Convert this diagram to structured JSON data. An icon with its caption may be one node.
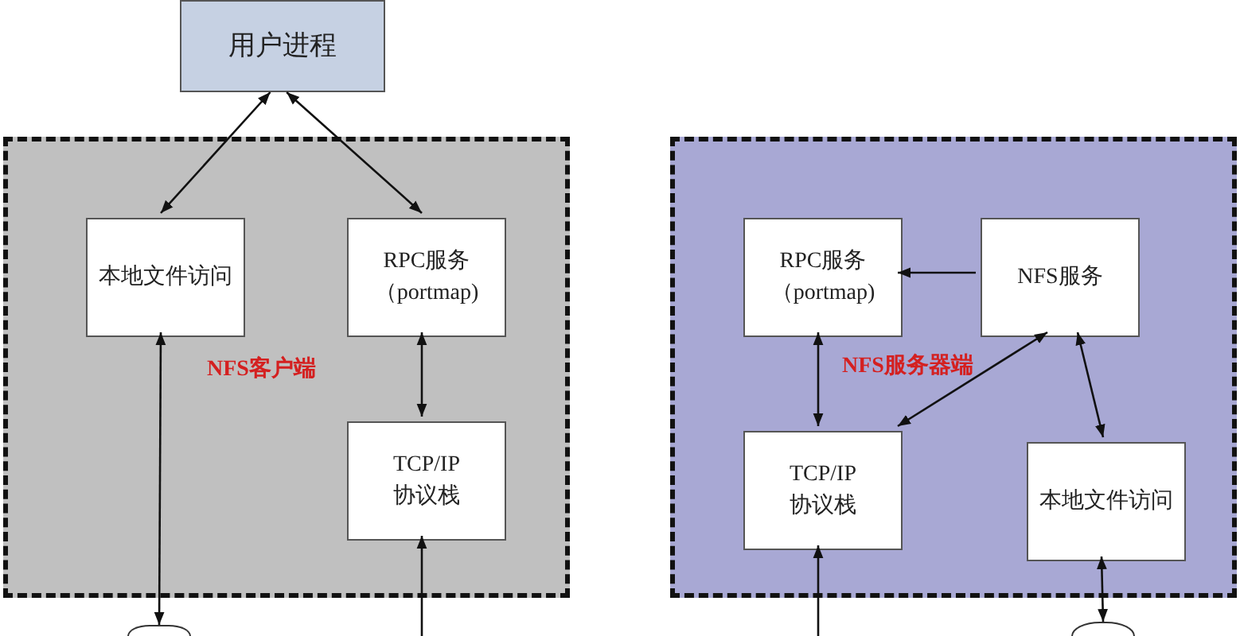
{
  "diagram": {
    "nodes": [
      {
        "text": [
          "用户进程"
        ]
      },
      {
        "text": [
          "NFS客户端"
        ]
      },
      {
        "text": [
          "本地文件访问"
        ],
        "in": 1
      },
      {
        "text": [
          "RPC服务（portmap)"
        ],
        "in": 1
      },
      {
        "text": [
          "TCP/IP 协议栈"
        ],
        "in": 1
      },
      {
        "text": [
          "NFS服务器端"
        ]
      },
      {
        "text": [
          "RPC服务（portmap)"
        ],
        "in": 5
      },
      {
        "text": [
          "NFS服务"
        ],
        "in": 5
      },
      {
        "text": [
          "TCP/IP 协议栈"
        ],
        "in": 5
      },
      {
        "text": [
          "本地文件访问"
        ],
        "in": 5
      },
      {
        "text": [],
        "shape": "circle"
      },
      {
        "text": [],
        "shape": "circle"
      }
    ],
    "edges": [
      {
        "from": 0,
        "to": 2,
        "arrow": "both"
      },
      {
        "from": 0,
        "to": 3,
        "arrow": "both"
      },
      {
        "from": 2,
        "to": 10,
        "arrow": "both"
      },
      {
        "from": 3,
        "to": 4,
        "arrow": "both"
      },
      {
        "from": null,
        "to": 4,
        "arrow": "to"
      },
      {
        "from": 7,
        "to": 6,
        "arrow": "to"
      },
      {
        "from": 6,
        "to": 8,
        "arrow": "both"
      },
      {
        "from": 7,
        "to": 8,
        "arrow": "both"
      },
      {
        "from": 7,
        "to": 9,
        "arrow": "both"
      },
      {
        "from": 9,
        "to": 11,
        "arrow": "both"
      },
      {
        "from": null,
        "to": 8,
        "arrow": "to"
      }
    ]
  }
}
